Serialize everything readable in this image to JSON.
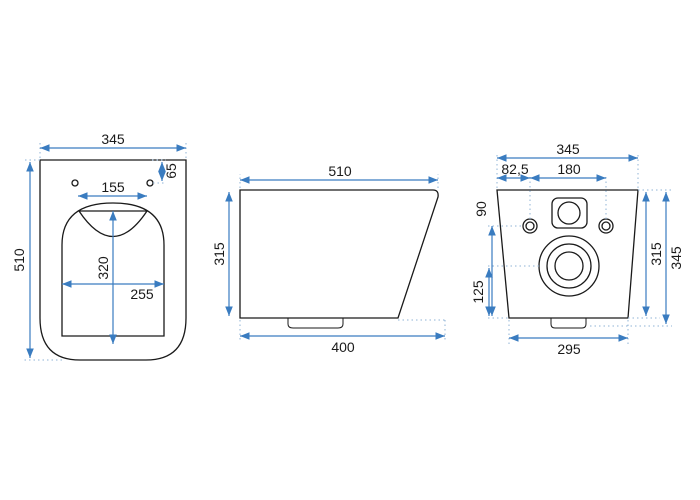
{
  "colors": {
    "outline": "#1a1a1a",
    "dimension": "#3a7cc0",
    "extension": "#8fb3d6",
    "background": "#ffffff"
  },
  "top_view": {
    "width": "345",
    "height": "510",
    "hole_offset": "65",
    "hole_spacing": "155",
    "bowl_length": "320",
    "bowl_width": "255"
  },
  "side_view": {
    "top_length": "510",
    "height": "315",
    "bottom_length": "400"
  },
  "back_view": {
    "top_width": "345",
    "left_offset": "82,5",
    "bolt_spacing": "180",
    "bolt_height": "90",
    "outlet_height": "125",
    "inner_height": "315",
    "outer_height": "345",
    "bottom_width": "295"
  }
}
